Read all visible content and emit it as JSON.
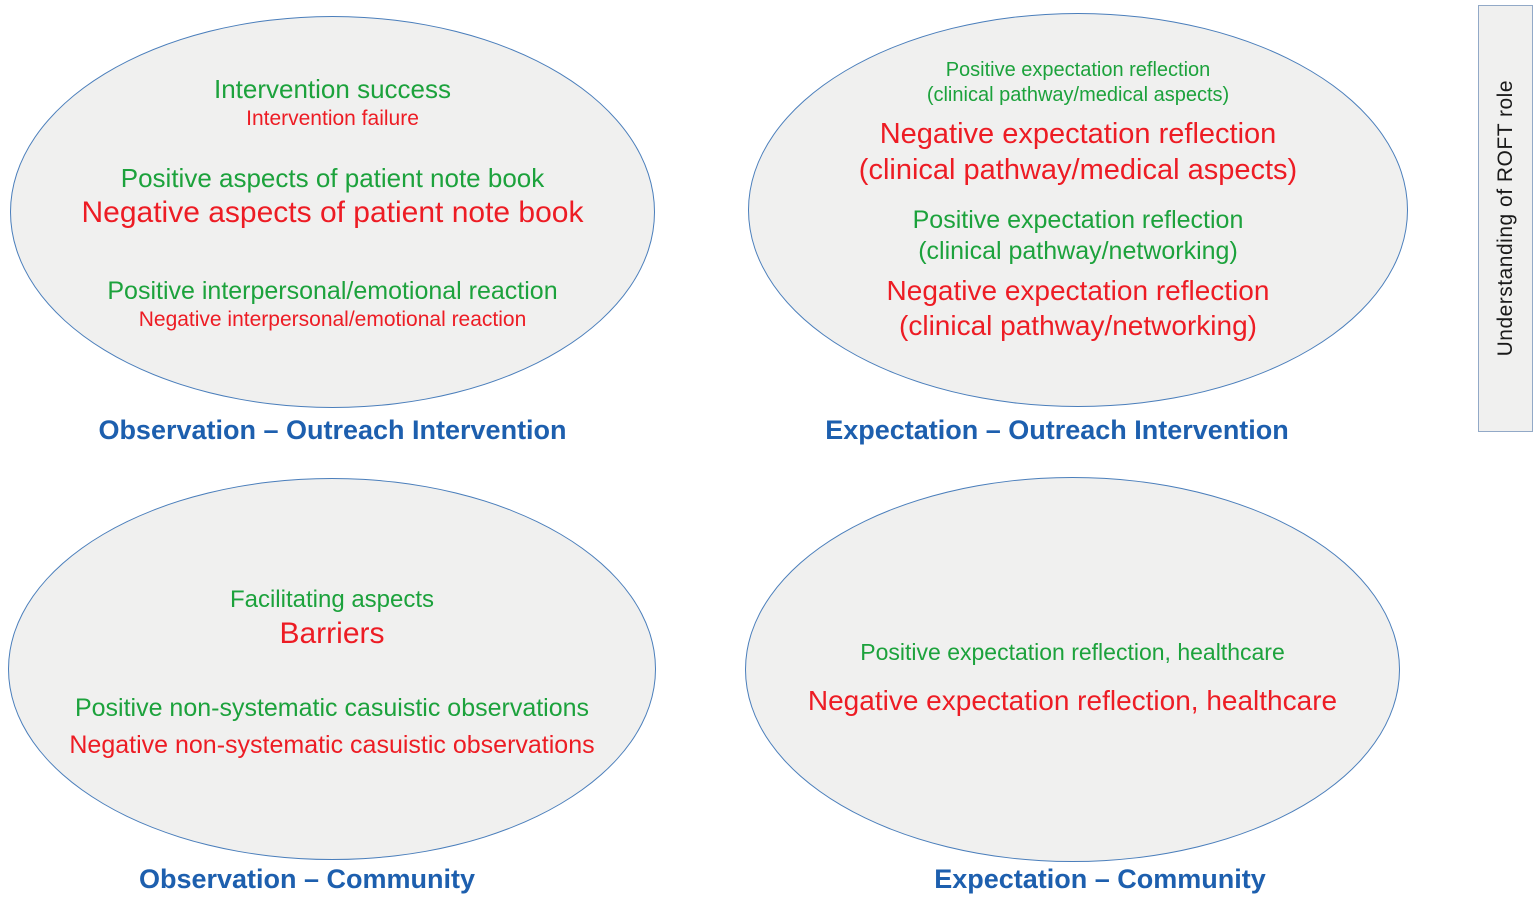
{
  "colors": {
    "positive_text": "#1ca23c",
    "negative_text": "#ed1c24",
    "caption_text": "#1d5fae",
    "ellipse_fill": "#f0f0ef",
    "ellipse_stroke": "#4a7ebb",
    "sidebar_border": "#92a9c7",
    "sidebar_text": "#1a1a1a"
  },
  "sidebar": {
    "label": "Understanding of ROFT role"
  },
  "quadrants": [
    {
      "caption": "Observation – Outreach Intervention",
      "lines": [
        {
          "text": "Intervention success",
          "sentiment": "positive"
        },
        {
          "text": "Intervention failure",
          "sentiment": "negative"
        },
        {
          "text": "Positive aspects of patient note book",
          "sentiment": "positive"
        },
        {
          "text": "Negative aspects of patient note book",
          "sentiment": "negative"
        },
        {
          "text": "Positive interpersonal/emotional reaction",
          "sentiment": "positive"
        },
        {
          "text": "Negative interpersonal/emotional reaction",
          "sentiment": "negative"
        }
      ]
    },
    {
      "caption": "Expectation – Outreach Intervention",
      "lines": [
        {
          "text": "Positive expectation reflection",
          "sentiment": "positive"
        },
        {
          "text": "(clinical pathway/medical aspects)",
          "sentiment": "positive"
        },
        {
          "text": "Negative expectation reflection",
          "sentiment": "negative"
        },
        {
          "text": "(clinical pathway/medical aspects)",
          "sentiment": "negative"
        },
        {
          "text": "Positive expectation reflection",
          "sentiment": "positive"
        },
        {
          "text": "(clinical pathway/networking)",
          "sentiment": "positive"
        },
        {
          "text": "Negative expectation reflection",
          "sentiment": "negative"
        },
        {
          "text": "(clinical pathway/networking)",
          "sentiment": "negative"
        }
      ]
    },
    {
      "caption": "Observation – Community",
      "lines": [
        {
          "text": "Facilitating aspects",
          "sentiment": "positive"
        },
        {
          "text": "Barriers",
          "sentiment": "negative"
        },
        {
          "text": "Positive non-systematic casuistic observations",
          "sentiment": "positive"
        },
        {
          "text": "Negative non-systematic casuistic observations",
          "sentiment": "negative"
        }
      ]
    },
    {
      "caption": "Expectation – Community",
      "lines": [
        {
          "text": "Positive expectation reflection, healthcare",
          "sentiment": "positive"
        },
        {
          "text": "Negative expectation reflection, healthcare",
          "sentiment": "negative"
        }
      ]
    }
  ]
}
